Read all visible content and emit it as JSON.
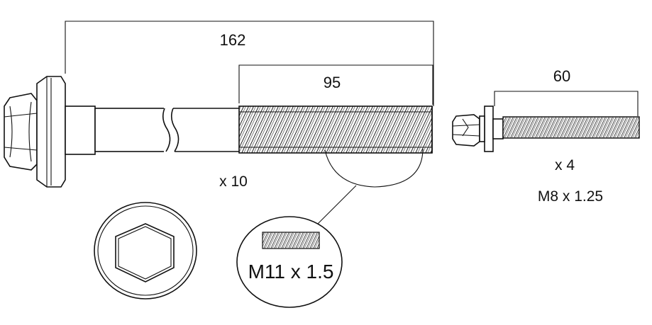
{
  "long_bolt": {
    "overall_length": "162",
    "thread_length": "95",
    "quantity": "x 10"
  },
  "thread_detail": {
    "spec": "M11 x 1.5"
  },
  "short_stud": {
    "thread_length": "60",
    "quantity": "x 4",
    "spec": "M8 x 1.25"
  }
}
